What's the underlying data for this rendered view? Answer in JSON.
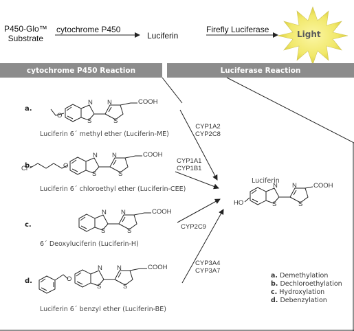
{
  "header": {
    "substrate": [
      "P450-Glo™",
      "Substrate"
    ],
    "step1_label": "cytochrome P450",
    "product": "Luciferin",
    "step2_label": "Firefly Luciferase",
    "output": "Light"
  },
  "bands": {
    "left": "cytochrome P450 Reaction",
    "right": "Luciferase Reaction"
  },
  "substrates": [
    {
      "letter": "a.",
      "caption": "Luciferin 6´ methyl ether (Luciferin-ME)",
      "enzymes": [
        "CYP1A2",
        "CYP2C8"
      ],
      "group": "O",
      "acid": "COOH"
    },
    {
      "letter": "b.",
      "caption": "Luciferin 6´ chloroethyl ether (Luciferin-CEE)",
      "enzymes": [
        "CYP1A1",
        "CYP1B1"
      ],
      "group": "Cl",
      "acid": "COOH"
    },
    {
      "letter": "c.",
      "caption": "6´ Deoxyluciferin (Luciferin-H)",
      "enzymes": [
        "CYP2C9"
      ],
      "acid": "COOH"
    },
    {
      "letter": "d.",
      "caption": "Luciferin 6´ benzyl ether (Luciferin-BE)",
      "enzymes": [
        "CYP3A4",
        "CYP3A7"
      ],
      "group": "O",
      "acid": "COOH"
    }
  ],
  "product": {
    "title": "Luciferin",
    "ho": "HO",
    "acid": "COOH"
  },
  "legend": [
    {
      "key": "a.",
      "text": "Demethylation"
    },
    {
      "key": "b.",
      "text": "Dechloroethylation"
    },
    {
      "key": "c.",
      "text": "Hydroxylation"
    },
    {
      "key": "d.",
      "text": "Debenzylation"
    }
  ],
  "atoms": {
    "N": "N",
    "S": "S"
  },
  "colors": {
    "band": "#8c8c8c",
    "glow": "#f3ec7a",
    "line": "#222222"
  }
}
